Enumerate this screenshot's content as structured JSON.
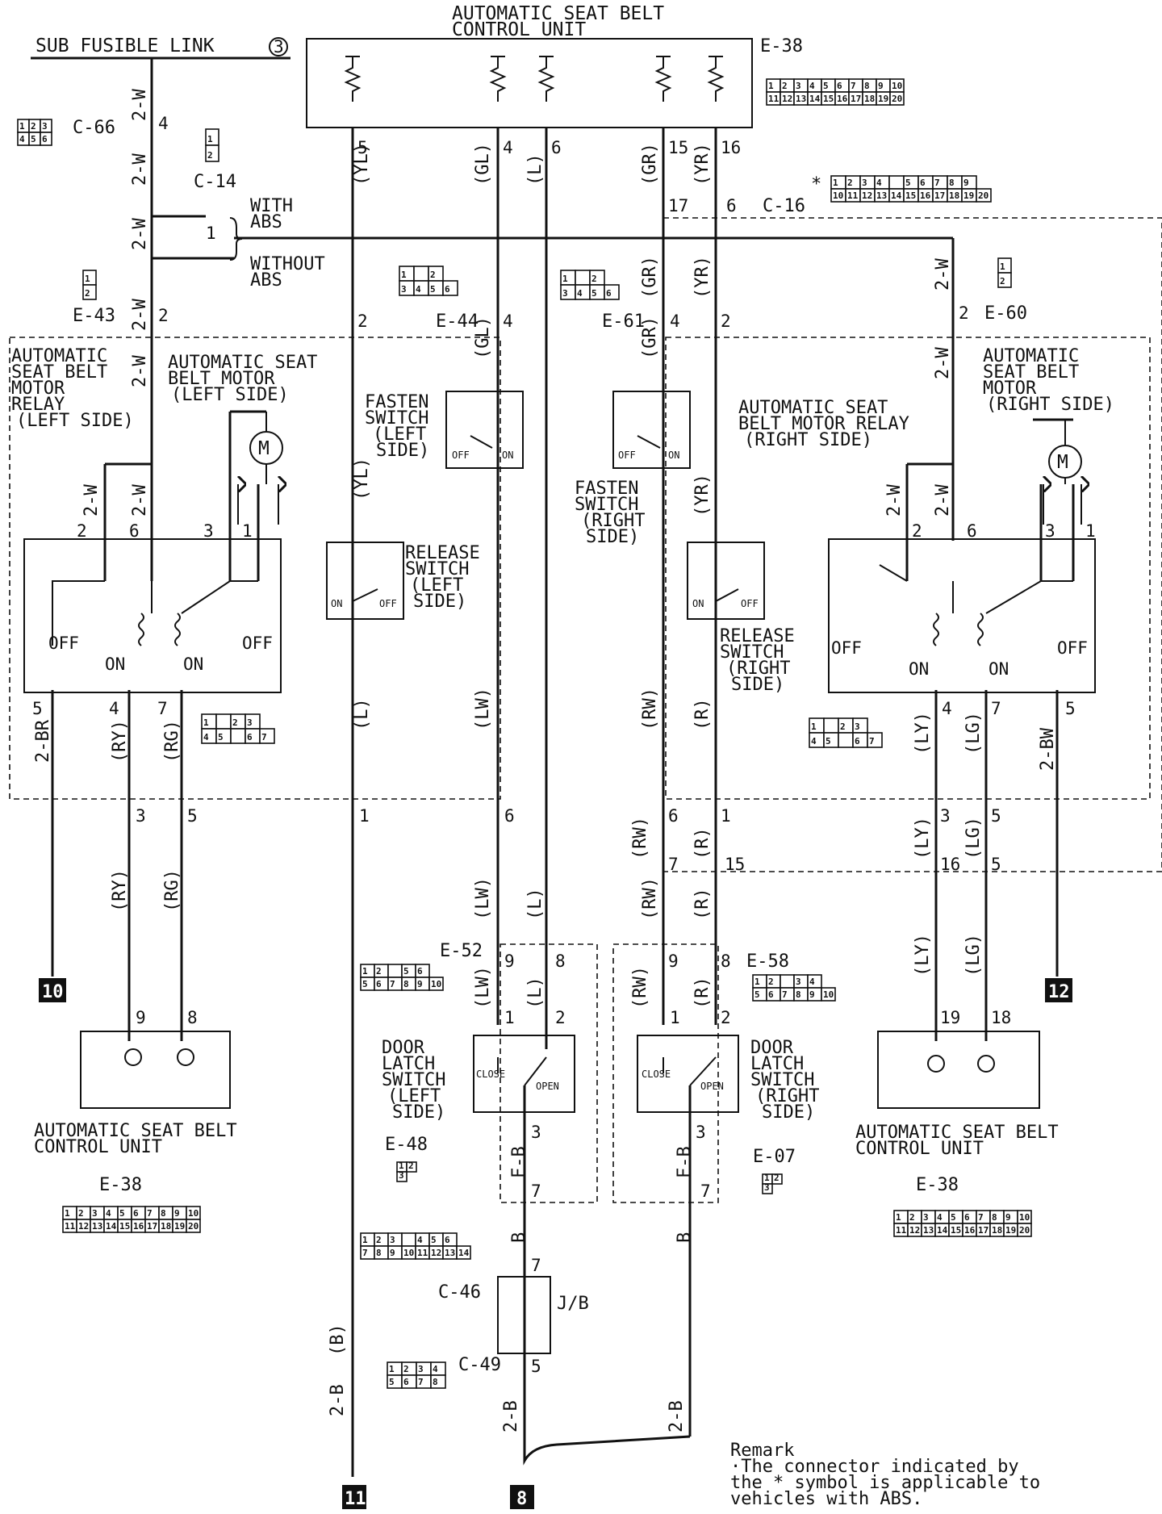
{
  "title": {
    "line1": "AUTOMATIC SEAT BELT",
    "line2": "CONTROL UNIT",
    "connector": "E-38"
  },
  "sub_fusible_link": "SUB FUSIBLE LINK",
  "sub_fusible_link_num": "3",
  "connectors": {
    "c66": "C-66",
    "c14": "C-14",
    "e43": "E-43",
    "e44": "E-44",
    "e61": "E-61",
    "e60": "E-60",
    "c16": "C-16",
    "e52": "E-52",
    "e58": "E-58",
    "e48": "E-48",
    "e07": "E-07",
    "c46": "C-46",
    "c49": "C-49",
    "e38_left": "E-38",
    "e38_right": "E-38",
    "jb": "J/B"
  },
  "abs": {
    "with_line1": "WITH",
    "with_line2": "ABS",
    "without_line1": "WITHOUT",
    "without_line2": "ABS",
    "star": "*"
  },
  "components": {
    "relay_left": [
      "AUTOMATIC",
      "SEAT BELT",
      "MOTOR",
      "RELAY",
      "(LEFT SIDE)"
    ],
    "motor_left": [
      "AUTOMATIC SEAT",
      "BELT MOTOR",
      "(LEFT SIDE)"
    ],
    "fasten_left": [
      "FASTEN",
      "SWITCH",
      "(LEFT",
      "SIDE)"
    ],
    "release_left": [
      "RELEASE",
      "SWITCH",
      "(LEFT",
      "SIDE)"
    ],
    "fasten_right": [
      "FASTEN",
      "SWITCH",
      "(RIGHT",
      "SIDE)"
    ],
    "release_right": [
      "RELEASE",
      "SWITCH",
      "(RIGHT",
      "SIDE)"
    ],
    "relay_right": [
      "AUTOMATIC SEAT",
      "BELT MOTOR RELAY",
      "(RIGHT SIDE)"
    ],
    "motor_right": [
      "AUTOMATIC",
      "SEAT BELT",
      "MOTOR",
      "(RIGHT SIDE)"
    ],
    "door_left": [
      "DOOR",
      "LATCH",
      "SWITCH",
      "(LEFT",
      "SIDE)"
    ],
    "door_right": [
      "DOOR",
      "LATCH",
      "SWITCH",
      "(RIGHT",
      "SIDE)"
    ],
    "ctrl_left": [
      "AUTOMATIC SEAT BELT",
      "CONTROL UNIT"
    ],
    "ctrl_right": [
      "AUTOMATIC SEAT BELT",
      "CONTROL UNIT"
    ]
  },
  "switch_states": {
    "on": "ON",
    "off": "OFF",
    "close": "CLOSE",
    "open": "OPEN",
    "motor": "M"
  },
  "wire_colors": {
    "w2": "2-W",
    "yl": "(YL)",
    "gl": "(GL)",
    "l": "(L)",
    "gr": "(GR)",
    "yr": "(YR)",
    "lw": "(LW)",
    "rw": "(RW)",
    "r": "(R)",
    "ry": "(RY)",
    "rg": "(RG)",
    "br2": "2-BR",
    "ly": "(LY)",
    "lg": "(LG)",
    "bw2": "2-BW",
    "b": "(B)",
    "b2": "2-B",
    "fb": "F-B",
    "bb": "B"
  },
  "pins": {
    "top": [
      "5",
      "4",
      "6",
      "15",
      "16"
    ],
    "c16": [
      "17",
      "6"
    ],
    "fuse4": "4",
    "e43_2": "2",
    "abs1": "1",
    "e44": [
      "2",
      "4"
    ],
    "e61": [
      "4",
      "2"
    ],
    "e60": "2",
    "relayL": [
      "2",
      "6",
      "3",
      "1",
      "5",
      "4",
      "7"
    ],
    "relayR": [
      "2",
      "6",
      "3",
      "1",
      "4",
      "7",
      "5"
    ],
    "midL": [
      "3",
      "5",
      "1",
      "6"
    ],
    "midR": [
      "6",
      "1",
      "3",
      "5"
    ],
    "midR2": [
      "7",
      "15",
      "16",
      "5"
    ],
    "e52": [
      "9",
      "8",
      "1",
      "2"
    ],
    "e58": [
      "9",
      "8",
      "1",
      "2"
    ],
    "ctrlL": [
      "9",
      "8"
    ],
    "ctrlR": [
      "19",
      "18"
    ],
    "door3": "3",
    "door7": "7",
    "jb7": "7",
    "jb5": "5"
  },
  "grounds": {
    "g10": "10",
    "g11": "11",
    "g8": "8",
    "g12": "12"
  },
  "grids": {
    "e38_top": {
      "r1": [
        "1",
        "2",
        "3",
        "4",
        "5",
        "6",
        "7",
        "8",
        "9",
        "10"
      ],
      "r2": [
        "11",
        "12",
        "13",
        "14",
        "15",
        "16",
        "17",
        "18",
        "19",
        "20"
      ]
    },
    "c66": {
      "r1": [
        "1",
        "2",
        "3"
      ],
      "r2": [
        "4",
        "5",
        "6"
      ]
    },
    "c14": {
      "r1": [
        "1"
      ],
      "r2": [
        "2"
      ]
    },
    "e43": {
      "r1": [
        "1"
      ],
      "r2": [
        "2"
      ]
    },
    "e60": {
      "r1": [
        "1"
      ],
      "r2": [
        "2"
      ]
    },
    "c16": {
      "r1": [
        "1",
        "2",
        "3",
        "4",
        "",
        "5",
        "6",
        "7",
        "8",
        "9"
      ],
      "r2": [
        "10",
        "11",
        "12",
        "13",
        "14",
        "15",
        "16",
        "17",
        "18",
        "19",
        "20"
      ]
    },
    "e44": {
      "r1": [
        "1",
        "",
        "2"
      ],
      "r2": [
        "3",
        "4",
        "5",
        "6"
      ]
    },
    "e61": {
      "r1": [
        "1",
        "",
        "2"
      ],
      "r2": [
        "3",
        "4",
        "5",
        "6"
      ]
    },
    "relay_conn": {
      "r1": [
        "1",
        "",
        "2",
        "3"
      ],
      "r2": [
        "4",
        "5",
        "",
        "6",
        "7"
      ]
    },
    "e52": {
      "r1": [
        "1",
        "2",
        "",
        "5",
        "6"
      ],
      "r2": [
        "5",
        "6",
        "7",
        "8",
        "9",
        "10"
      ]
    },
    "e58": {
      "r1": [
        "1",
        "2",
        "",
        "3",
        "4"
      ],
      "r2": [
        "5",
        "6",
        "7",
        "8",
        "9",
        "10"
      ]
    },
    "c46": {
      "r1": [
        "1",
        "2",
        "3",
        "",
        "4",
        "5",
        "6"
      ],
      "r2": [
        "7",
        "8",
        "9",
        "10",
        "11",
        "12",
        "13",
        "14"
      ]
    },
    "c49": {
      "r1": [
        "1",
        "2",
        "3",
        "4"
      ],
      "r2": [
        "5",
        "6",
        "7",
        "8"
      ]
    },
    "e48": {
      "r1": [
        "1",
        "2"
      ],
      "r2": [
        "3"
      ]
    },
    "e07": {
      "r1": [
        "1",
        "2"
      ],
      "r2": [
        "3"
      ]
    }
  },
  "remark": {
    "heading": "Remark",
    "line1": "·The connector indicated by",
    "line2": "the * symbol is applicable to",
    "line3": "vehicles with ABS."
  }
}
